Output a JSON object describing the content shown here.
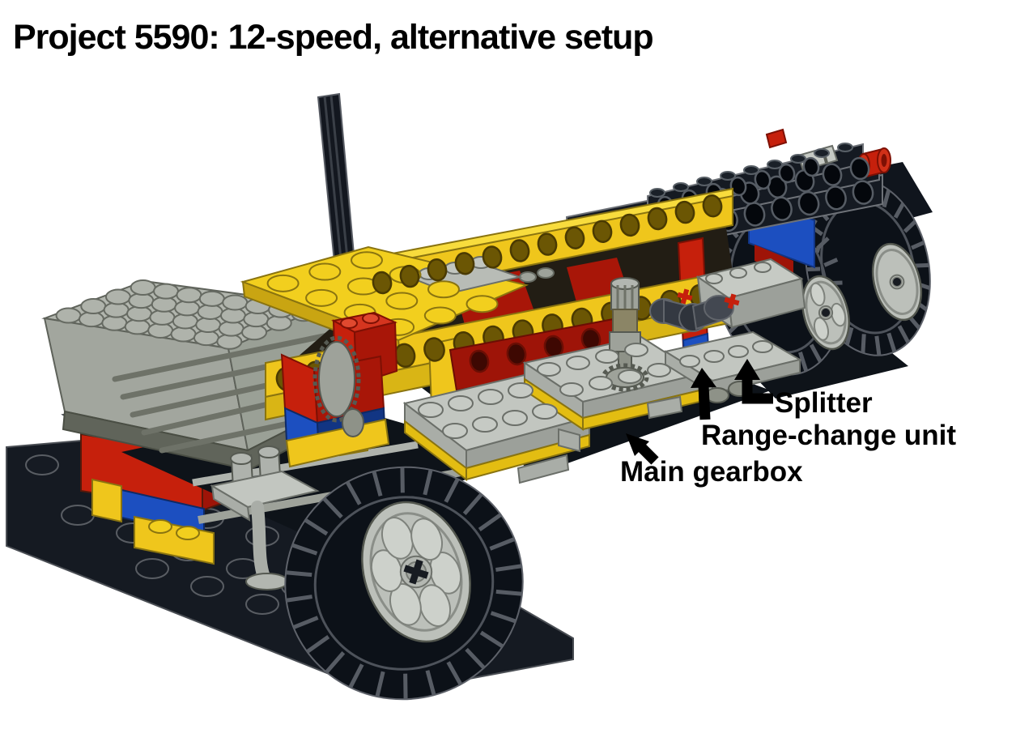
{
  "title": "Project 5590: 12-speed, alternative setup",
  "labels": {
    "splitter": "Splitter",
    "range_change_unit": "Range-change unit",
    "main_gearbox": "Main gearbox"
  },
  "colors": {
    "background": "#FFFFFF",
    "text": "#000000",
    "lego_yellow": "#EFC61C",
    "lego_yellow_light": "#F8DC3D",
    "lego_yellow_dark": "#A8890E",
    "lego_red": "#C6200C",
    "lego_red_dark": "#8E1205",
    "lego_blue": "#1C4FC0",
    "lego_blue_dark": "#123583",
    "lego_gray_light": "#C2C6C0",
    "lego_gray": "#A9ADA7",
    "motor_gray": "#9AA096",
    "black_part": "#151A22",
    "black_part_outline": "#6E7278",
    "tyre_black": "#0C1118",
    "hub_gray": "#BCC0BA",
    "axle_tan": "#8B8566"
  }
}
